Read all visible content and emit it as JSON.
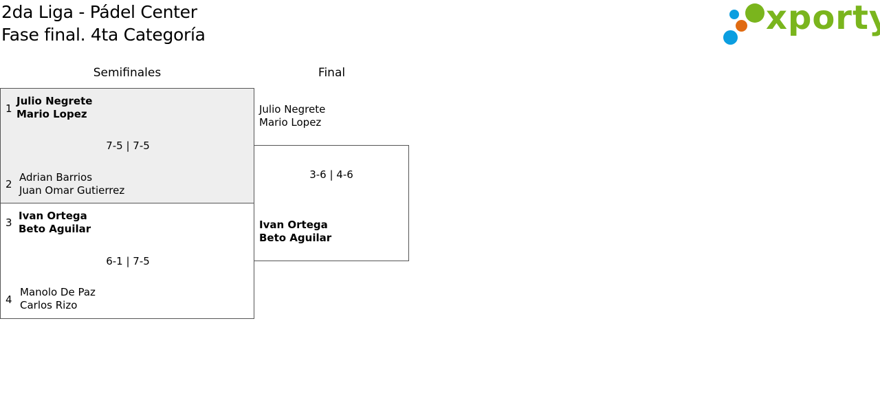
{
  "header": {
    "title_line1": "2da Liga - Pádel Center",
    "title_line2": "Fase final. 4ta Categoría"
  },
  "logo": {
    "text": "xporty",
    "colors": {
      "green": "#7ab51d",
      "blue": "#0b9ee0",
      "orange": "#e06b12"
    }
  },
  "rounds": [
    "Semifinales",
    "Final"
  ],
  "semifinals": [
    {
      "score": "7-5 | 7-5",
      "team_a": {
        "seed": "1",
        "player1": "Julio Negrete",
        "player2": "Mario Lopez",
        "winner": true
      },
      "team_b": {
        "seed": "2",
        "player1": "Adrian Barrios",
        "player2": "Juan Omar Gutierrez",
        "winner": false
      }
    },
    {
      "score": "6-1 | 7-5",
      "team_a": {
        "seed": "3",
        "player1": "Ivan Ortega",
        "player2": "Beto Aguilar",
        "winner": true
      },
      "team_b": {
        "seed": "4",
        "player1": "Manolo De Paz",
        "player2": "Carlos Rizo",
        "winner": false
      }
    }
  ],
  "final": {
    "score": "3-6 | 4-6",
    "team_a": {
      "player1": "Julio Negrete",
      "player2": "Mario Lopez",
      "winner": false
    },
    "team_b": {
      "player1": "Ivan Ortega",
      "player2": "Beto Aguilar",
      "winner": true
    }
  }
}
